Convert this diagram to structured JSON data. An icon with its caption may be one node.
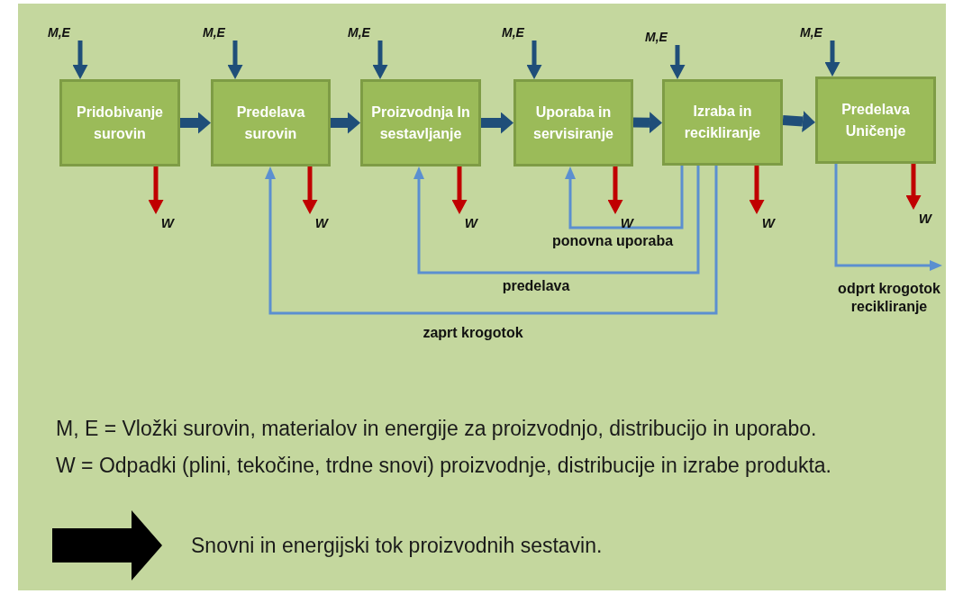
{
  "diagram": {
    "nodes": [
      {
        "text": [
          "Pridobivanje surovin"
        ]
      },
      {
        "text": [
          "Predelava surovin"
        ]
      },
      {
        "text": [
          "Proizvodnja In sestavljanje"
        ]
      },
      {
        "text": [
          "Uporaba in servisiranje"
        ]
      },
      {
        "text": [
          "Izraba in recikliranje"
        ]
      },
      {
        "text": [
          "Predelava Uničenje"
        ]
      },
      {
        "text": [
          "M,E"
        ]
      },
      {
        "text": [
          "M,E"
        ]
      },
      {
        "text": [
          "M,E"
        ]
      },
      {
        "text": [
          "M,E"
        ]
      },
      {
        "text": [
          "M,E"
        ]
      },
      {
        "text": [
          "M,E"
        ]
      },
      {
        "text": [
          "W"
        ]
      },
      {
        "text": [
          "W"
        ]
      },
      {
        "text": [
          "W"
        ]
      },
      {
        "text": [
          "W"
        ]
      },
      {
        "text": [
          "W"
        ]
      },
      {
        "text": [
          "W"
        ]
      }
    ],
    "edges": [
      {
        "from": 6,
        "to": 0,
        "arrow": "to"
      },
      {
        "from": 7,
        "to": 1,
        "arrow": "to"
      },
      {
        "from": 8,
        "to": 2,
        "arrow": "to"
      },
      {
        "from": 9,
        "to": 3,
        "arrow": "to"
      },
      {
        "from": 10,
        "to": 4,
        "arrow": "to"
      },
      {
        "from": 11,
        "to": 5,
        "arrow": "to"
      },
      {
        "from": 0,
        "to": 1,
        "arrow": "to",
        "style": "thick"
      },
      {
        "from": 1,
        "to": 2,
        "arrow": "to",
        "style": "thick"
      },
      {
        "from": 2,
        "to": 3,
        "arrow": "to",
        "style": "thick"
      },
      {
        "from": 3,
        "to": 4,
        "arrow": "to",
        "style": "thick"
      },
      {
        "from": 4,
        "to": 5,
        "arrow": "to",
        "style": "thick"
      },
      {
        "from": 0,
        "to": 12,
        "arrow": "to",
        "color": "#c00000"
      },
      {
        "from": 1,
        "to": 13,
        "arrow": "to",
        "color": "#c00000"
      },
      {
        "from": 2,
        "to": 14,
        "arrow": "to",
        "color": "#c00000"
      },
      {
        "from": 3,
        "to": 15,
        "arrow": "to",
        "color": "#c00000"
      },
      {
        "from": 4,
        "to": 16,
        "arrow": "to",
        "color": "#c00000"
      },
      {
        "from": 5,
        "to": 17,
        "arrow": "to",
        "color": "#c00000"
      },
      {
        "from": 4,
        "to": 3,
        "arrow": "to",
        "label": "ponovna uporaba",
        "color": "#5b8fd0"
      },
      {
        "from": 4,
        "to": 2,
        "arrow": "to",
        "label": "predelava",
        "color": "#5b8fd0"
      },
      {
        "from": 4,
        "to": 1,
        "arrow": "to",
        "label": "zaprt krogotok",
        "color": "#5b8fd0"
      },
      {
        "from": 5,
        "to": null,
        "arrow": "to",
        "label": "odprt krogotok recikliranje",
        "color": "#5b8fd0"
      }
    ],
    "labels": [
      "M, E = Vložki surovin, materialov in energije za proizvodnjo, distribucijo in uporabo.",
      "W = Odpadki (plini, tekočine, trdne snovi) proizvodnje, distribucije in izrabe produkta."
    ],
    "legend": [
      {
        "text": "Snovni in energijski tok proizvodnih sestavin."
      }
    ]
  }
}
